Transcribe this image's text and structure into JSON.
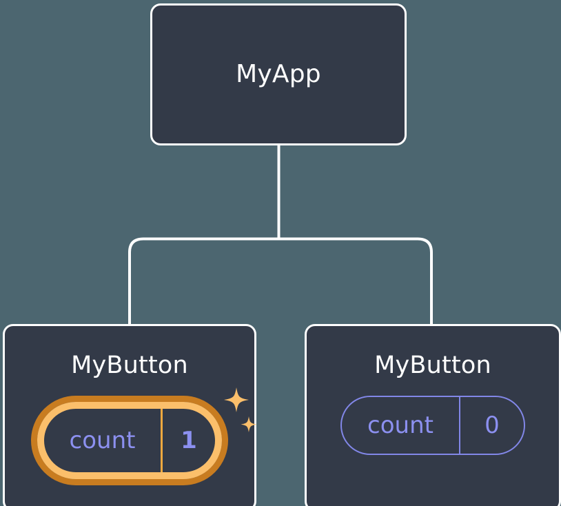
{
  "diagram": {
    "type": "component-tree",
    "background_color": "#4c6670",
    "card_fill_color": "#333a48",
    "card_border_color": "#ffffff",
    "connector_color": "#ffffff",
    "accent_highlight_outer": "#c87c20",
    "accent_highlight_inner": "#fbbf6b",
    "accent_text_color": "#8c90f0",
    "sparkle_color": "#fbbf6b"
  },
  "root": {
    "label": "MyApp"
  },
  "children": [
    {
      "label": "MyButton",
      "state": {
        "key": "count",
        "value": "1"
      },
      "highlighted": true,
      "sparkle_count": 2
    },
    {
      "label": "MyButton",
      "state": {
        "key": "count",
        "value": "0"
      },
      "highlighted": false,
      "sparkle_count": 0
    }
  ],
  "icons": {
    "sparkle_large": "sparkle-icon",
    "sparkle_small": "sparkle-icon"
  }
}
